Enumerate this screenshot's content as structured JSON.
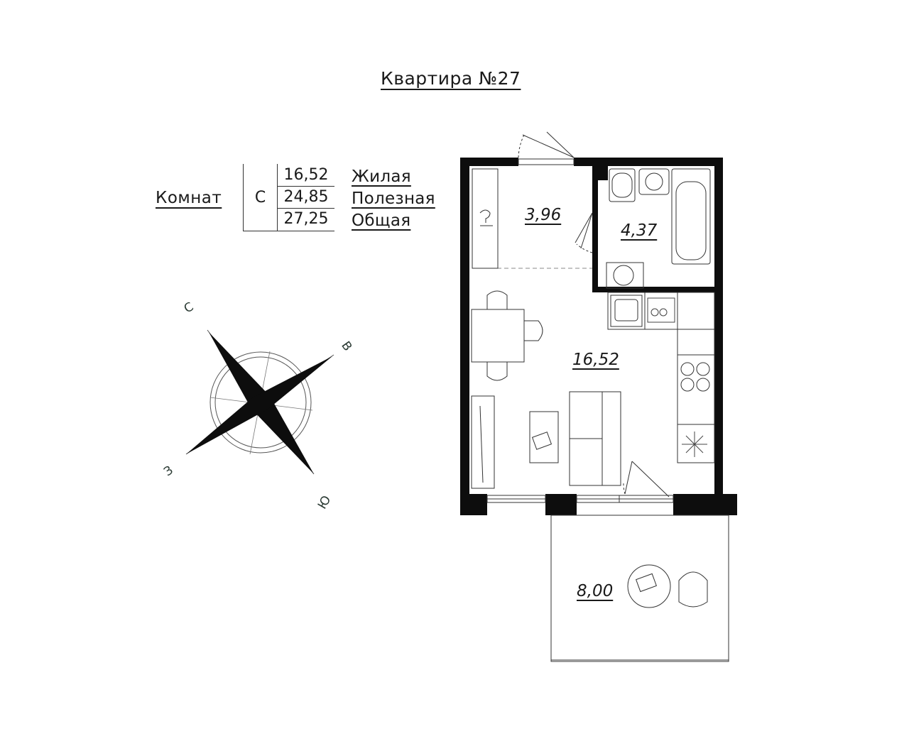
{
  "plan": {
    "title": "Квартира №27",
    "rooms_label": "Комнат",
    "room_type": "С",
    "areas": [
      {
        "value": "16,52",
        "name": "Жилая"
      },
      {
        "value": "24,85",
        "name": "Полезная"
      },
      {
        "value": "27,25",
        "name": "Общая"
      }
    ],
    "room_areas": {
      "hall": "3,96",
      "bathroom": "4,37",
      "living": "16,52",
      "balcony": "8,00"
    }
  },
  "compass": {
    "north": "С",
    "east": "В",
    "south": "Ю",
    "west": "З"
  }
}
